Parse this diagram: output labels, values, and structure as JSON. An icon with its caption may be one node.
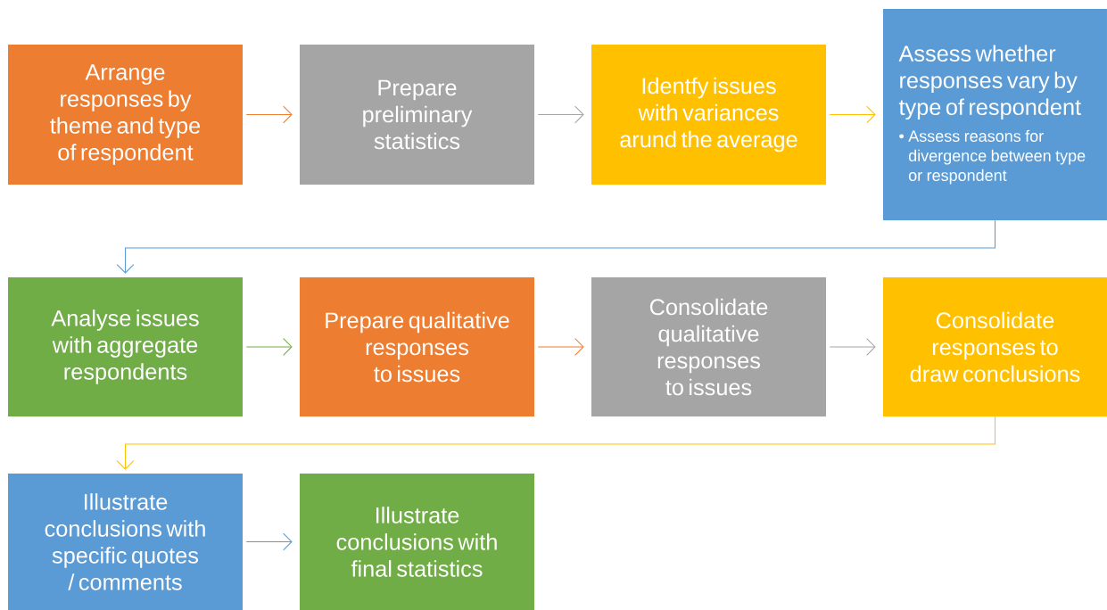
{
  "diagram": {
    "nodes": [
      {
        "text": [
          "Arrange responses by theme and type of respondent"
        ]
      },
      {
        "text": [
          "Prepare preliminary statistics"
        ]
      },
      {
        "text": [
          "Identfy issues with variances arund the average"
        ]
      },
      {
        "text": [
          "Assess whether responses vary by type of respondent",
          "• Assess reasons for divergence between type or respondent"
        ]
      },
      {
        "text": [
          "Analyse issues with aggregate respondents"
        ]
      },
      {
        "text": [
          "Prepare qualitative responses to issues"
        ]
      },
      {
        "text": [
          "Consolidate qualitative responses to issues"
        ]
      },
      {
        "text": [
          "Consolidate responses to draw conclusions"
        ]
      },
      {
        "text": [
          "Illustrate conclusions with specific quotes / comments"
        ]
      },
      {
        "text": [
          "Illustrate conclusions with final statistics"
        ]
      }
    ],
    "edges": [
      {
        "from": 0,
        "to": 1,
        "arrow": "to",
        "color": "#ed7d31"
      },
      {
        "from": 1,
        "to": 2,
        "arrow": "to",
        "color": "#a5a5a5"
      },
      {
        "from": 2,
        "to": 3,
        "arrow": "to",
        "color": "#ffc000"
      },
      {
        "from": 3,
        "to": 4,
        "arrow": "to",
        "color": "#5b9bd5"
      },
      {
        "from": 4,
        "to": 5,
        "arrow": "to",
        "color": "#70ad47"
      },
      {
        "from": 5,
        "to": 6,
        "arrow": "to",
        "color": "#ed7d31"
      },
      {
        "from": 6,
        "to": 7,
        "arrow": "to",
        "color": "#a5a5a5"
      },
      {
        "from": 7,
        "to": 8,
        "arrow": "to",
        "color": "#ffc000"
      },
      {
        "from": 8,
        "to": 9,
        "arrow": "to",
        "color": "#5b9bd5"
      }
    ]
  }
}
